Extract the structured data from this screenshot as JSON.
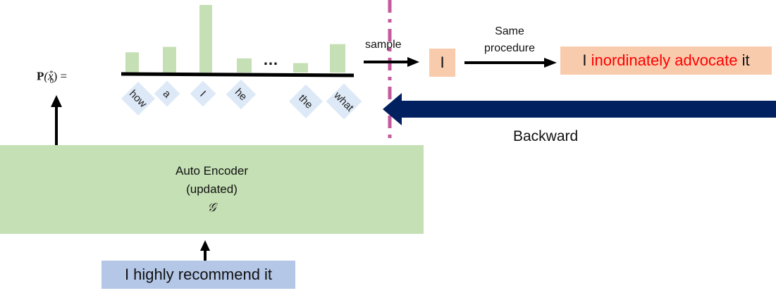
{
  "formula": {
    "prefix": "P",
    "expr": "(x",
    "sub": "0",
    "sup": "*",
    "suffix": ") ="
  },
  "distribution": {
    "tokens": [
      {
        "label": "how",
        "prob": 0.3
      },
      {
        "label": "a",
        "prob": 0.38
      },
      {
        "label": "I",
        "prob": 1.0
      },
      {
        "label": "he",
        "prob": 0.21
      },
      {
        "label": "the",
        "prob": 0.14
      },
      {
        "label": "what",
        "prob": 0.42
      }
    ],
    "ellipsis": "…"
  },
  "sample_label": "sample",
  "sampled_token": "I",
  "procedure_label_line1": "Same",
  "procedure_label_line2": "procedure",
  "output": {
    "parts": [
      {
        "text": "I ",
        "color": "#111111"
      },
      {
        "text": "inordinately advocate",
        "color": "#ff0000"
      },
      {
        "text": " it",
        "color": "#111111"
      }
    ]
  },
  "backward_label": "Backward",
  "encoder": {
    "line1": "Auto Encoder",
    "line2": "(updated)",
    "symbol": "𝒢"
  },
  "input_sentence": "I highly recommend it",
  "colors": {
    "bar": "#c5e0b4",
    "token_bg": "#dde9f7",
    "sampled_bg": "#f8cbad",
    "input_bg": "#b4c7e7",
    "backward": "#002060",
    "divider": "#c55a9f"
  }
}
